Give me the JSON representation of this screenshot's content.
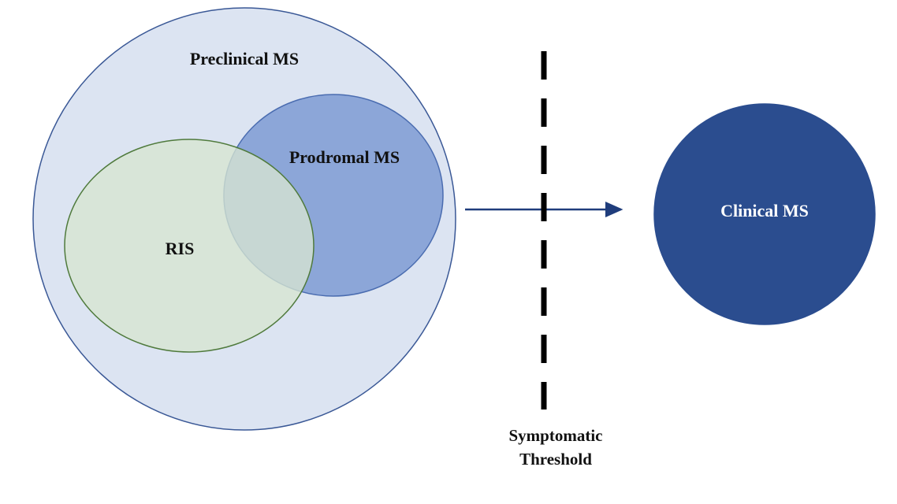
{
  "diagram": {
    "title": "MS disease continuum Venn diagram",
    "labels": {
      "preclinical": "Preclinical MS",
      "prodromal": "Prodromal MS",
      "ris": "RIS",
      "clinical": "Clinical MS",
      "threshold_line1": "Symptomatic",
      "threshold_line2": "Threshold"
    },
    "colors": {
      "preclinical_fill": "#dce4f2",
      "preclinical_stroke": "#3a5896",
      "ris_fill": "#d7e5d1",
      "ris_stroke": "#4f7a3c",
      "prodromal_fill": "#8ca6d8",
      "prodromal_stroke": "#4a6cb0",
      "clinical_fill": "#2b4d8f",
      "clinical_stroke": "#2b4d8f",
      "arrow": "#1f3d7c",
      "threshold_line": "#000000",
      "label_text": "#111111",
      "clinical_label_text": "#ffffff"
    }
  }
}
